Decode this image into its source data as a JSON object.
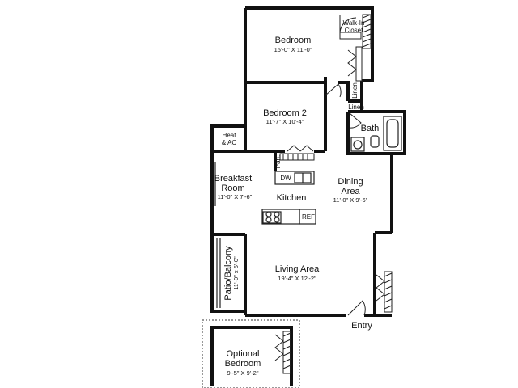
{
  "rooms": {
    "bedroom": {
      "name": "Bedroom",
      "dims": "15'-0\" X 11'-0\""
    },
    "walk_in_closet": {
      "name_line1": "Walk-In",
      "name_line2": "Closet"
    },
    "linen_upper": {
      "name": "Linen"
    },
    "linen_lower": {
      "name": "Linen"
    },
    "bedroom2": {
      "name": "Bedroom 2",
      "dims": "11'-7\" X 10'-4\""
    },
    "bath": {
      "name": "Bath"
    },
    "heat_ac": {
      "name_line1": "Heat",
      "name_line2": "& AC"
    },
    "pantry": {
      "name": "Pan."
    },
    "breakfast": {
      "name_line1": "Breakfast",
      "name_line2": "Room",
      "dims": "11'-0\" X 7'-6\""
    },
    "dw": {
      "name": "DW"
    },
    "kitchen": {
      "name": "Kitchen"
    },
    "ref": {
      "name": "REF"
    },
    "dining": {
      "name_line1": "Dining",
      "name_line2": "Area",
      "dims": "11'-0\" X 9'-6\""
    },
    "patio": {
      "name": "Patio/Balcony",
      "dims": "11'-0\" x 5'-0\""
    },
    "living": {
      "name": "Living Area",
      "dims": "19'-4\" X 12'-2\""
    },
    "entry": {
      "name": "Entry"
    },
    "optional_bedroom": {
      "name_line1": "Optional",
      "name_line2": "Bedroom",
      "dims": "9'-5\" X 9'-2\""
    }
  }
}
